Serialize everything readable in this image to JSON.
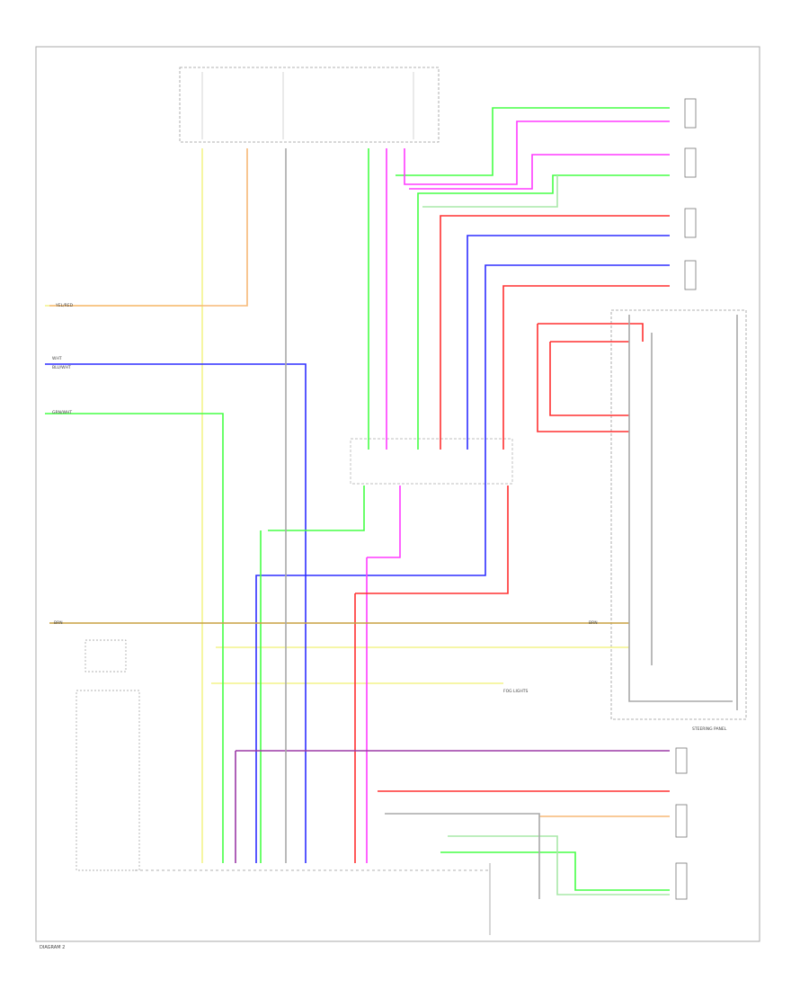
{
  "diagram": {
    "wires": [
      {
        "id": "yellow-wire",
        "color": "#f3f38a"
      },
      {
        "id": "orange-wire",
        "color": "#f7b877"
      },
      {
        "id": "blue-wire",
        "color": "#2f2fff"
      },
      {
        "id": "green-wire",
        "color": "#46ff46"
      },
      {
        "id": "violet-wire",
        "color": "#ff3cff"
      },
      {
        "id": "red-wire",
        "color": "#ff3030"
      },
      {
        "id": "lt-green-wire",
        "color": "#a8e8a8"
      },
      {
        "id": "brown-wire",
        "color": "#c8a040"
      },
      {
        "id": "purple-wire",
        "color": "#9b39a6"
      },
      {
        "id": "gray-wire",
        "color": "#a8a8a8"
      }
    ],
    "labels": {
      "left_yellow": "YEL/RED",
      "left_white": "WHT",
      "left_blue": "BLU/WHT",
      "left_green": "GRN/WHT",
      "bus_left": "BRN",
      "bus_right": "BRN",
      "foglight_label": "FOG LIGHTS",
      "steering_panel": "STEERING PANEL",
      "page_ref": "DIAGRAM 2"
    }
  }
}
